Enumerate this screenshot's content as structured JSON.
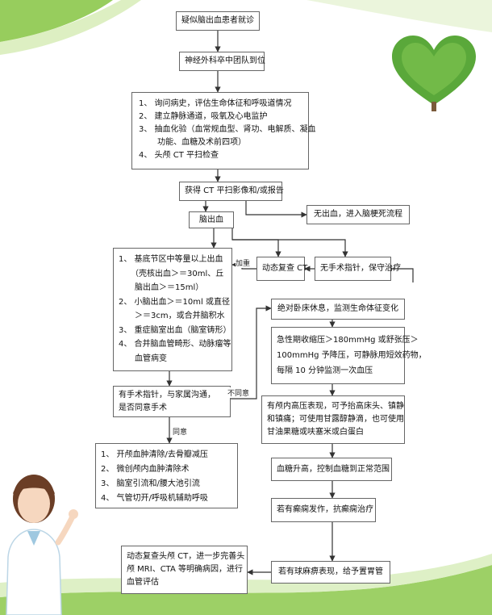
{
  "colors": {
    "accent_green": "#7dc243",
    "heart_green": "#5aa83a",
    "line": "#333333"
  },
  "nodes": {
    "suspected": "疑似脑出血患者就诊",
    "team": "神经外科卒中团队到位",
    "initial": [
      "1、 询问病史，评估生命体征和呼吸道情况",
      "2、 建立静脉通道，吸氧及心电监护",
      "3、 抽血化验（血常规血型、肾功、电解质、凝血",
      "　　 功能、血糖及术前四项）",
      "4、 头颅 CT 平扫检查"
    ],
    "ct_result": "获得 CT 平扫影像和/或报告",
    "no_hemorrhage": "无出血，进入脑梗死流程",
    "hemorrhage": "脑出血",
    "surgery_indications": [
      "1、 基底节区中等量以上出血",
      "　　（壳核出血＞＝30ml、丘",
      "　　脑出血＞＝15ml）",
      "2、 小脑出血＞＝10ml 或直径",
      "　　＞＝3cm，或合并脑积水",
      "3、 重症脑室出血（脑室铸形）",
      "4、 合并脑血管畸形、动脉瘤等",
      "　　血管病变"
    ],
    "dynamic_ct": "动态复查 CT",
    "conservative": "无手术指针，保守治疗",
    "bed_rest": "绝对卧床休息，监测生命体征变化",
    "bp_control": [
      "急性期收缩压＞180mmHg 或舒张压＞",
      "100mmHg 予降压，可静脉用短效药物，",
      "每隔 10 分钟监测一次血压"
    ],
    "icp": [
      "有颅内高压表现，可予抬高床头、镇静",
      "和镇痛；可使用甘露醇静滴，也可使用",
      "甘油果糖或呋塞米或白蛋白"
    ],
    "glucose": "血糖升高，控制血糖到正常范围",
    "epilepsy": "若有癫痫发作，抗癫痫治疗",
    "bulbar": "若有球麻痹表现，给予置胃管",
    "consent": [
      "有手术指针，与家属沟通，",
      "是否同意手术"
    ],
    "surgery_options": [
      "1、 开颅血肿清除/去骨瓣减压",
      "2、 微创颅内血肿清除术",
      "3、 脑室引流和/腰大池引流",
      "4、 气管切开/呼吸机辅助呼吸"
    ],
    "followup": [
      "动态复查头颅 CT，进一步完善头",
      "颅 MRI、CTA 等明确病因，进行",
      "血管评估"
    ]
  },
  "edge_labels": {
    "aggravate": "加重",
    "disagree": "不同意",
    "agree": "同意"
  }
}
